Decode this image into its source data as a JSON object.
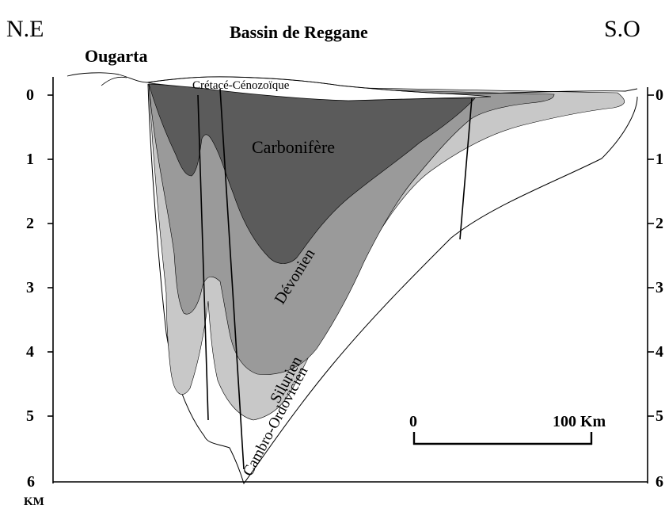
{
  "header": {
    "left_direction": "N.E",
    "title": "Bassin de Reggane",
    "right_direction": "S.O",
    "left_locality": "Ougarta"
  },
  "depth_axis": {
    "ticks_left": [
      "0",
      "1",
      "2",
      "3",
      "4",
      "5",
      "6"
    ],
    "ticks_right": [
      "0",
      "1",
      "2",
      "3",
      "4",
      "5",
      "6"
    ],
    "unit": "KM"
  },
  "layers": {
    "cretace": "Crétacé-Cénozoïque",
    "carbonifere": "Carbonifère",
    "devonien": "Dévonien",
    "silurien": "Silurien",
    "cambro": "Cambro-Ordovicien"
  },
  "scale_bar": {
    "start": "0",
    "end": "100 Km"
  },
  "colors": {
    "carbonifere": "#5b5b5b",
    "devonien": "#9a9a9a",
    "silurien": "#c8c8c8",
    "cretace": "#ffffff",
    "line": "#000000"
  }
}
